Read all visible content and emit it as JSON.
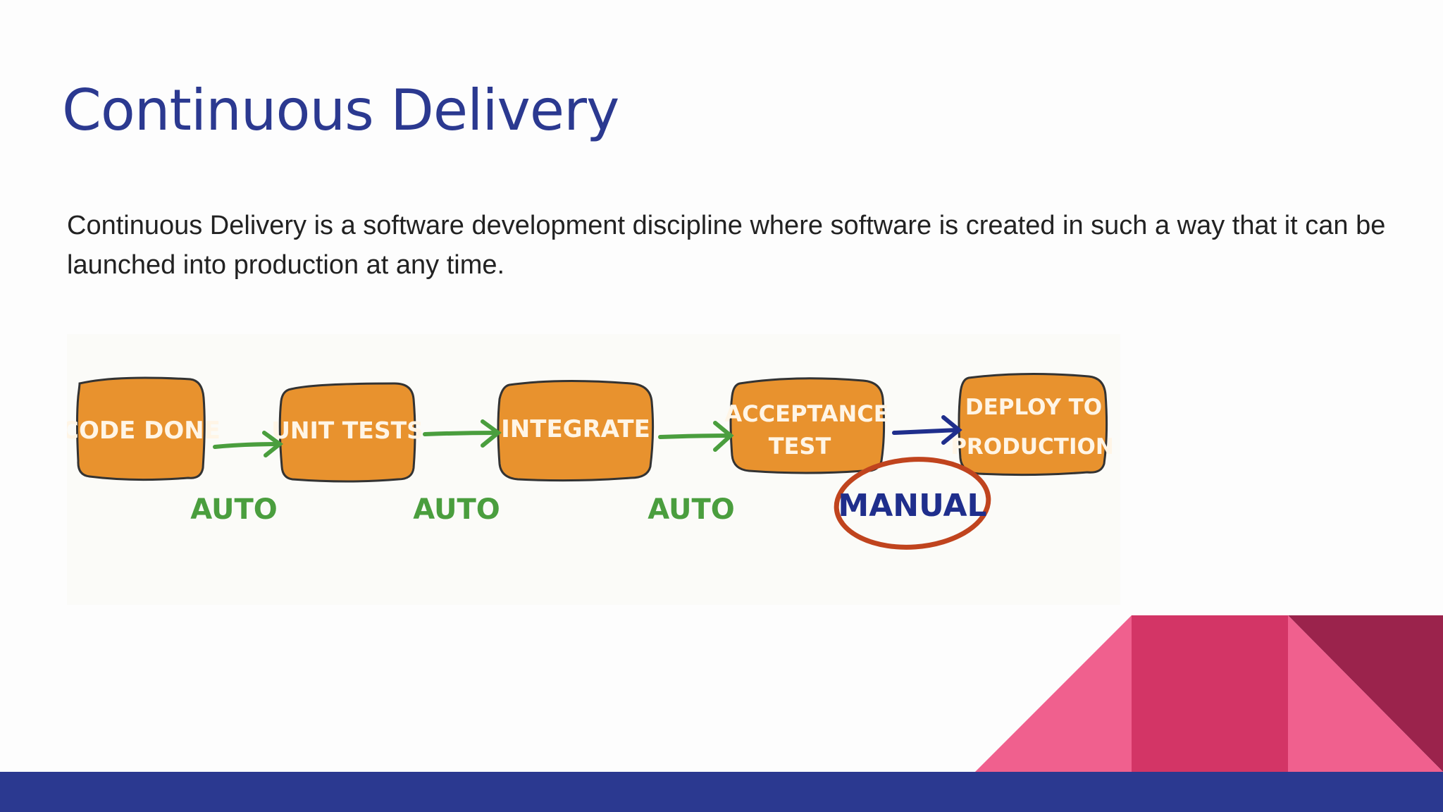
{
  "slide": {
    "title": "Continuous Delivery",
    "body": "Continuous Delivery is a software development discipline where software is created in such a way that it can be launched into production at any time."
  },
  "diagram": {
    "steps": [
      {
        "line1": "CODE DONE",
        "line2": ""
      },
      {
        "line1": "UNIT TESTS",
        "line2": ""
      },
      {
        "line1": "INTEGRATE",
        "line2": ""
      },
      {
        "line1": "ACCEPTANCE",
        "line2": "TEST"
      },
      {
        "line1": "DEPLOY TO",
        "line2": "PRODUCTION"
      }
    ],
    "transitions": [
      "AUTO",
      "AUTO",
      "AUTO",
      "MANUAL"
    ]
  },
  "colors": {
    "title": "#2b3990",
    "box_fill": "#e8922e",
    "auto_arrow": "#4a9e3e",
    "manual_arrow": "#1f2e8c",
    "manual_circle": "#c0441e",
    "footer_bar": "#2b3990",
    "deco_pink_light": "#f0608e",
    "deco_pink": "#d33566",
    "deco_maroon": "#9b234c"
  }
}
